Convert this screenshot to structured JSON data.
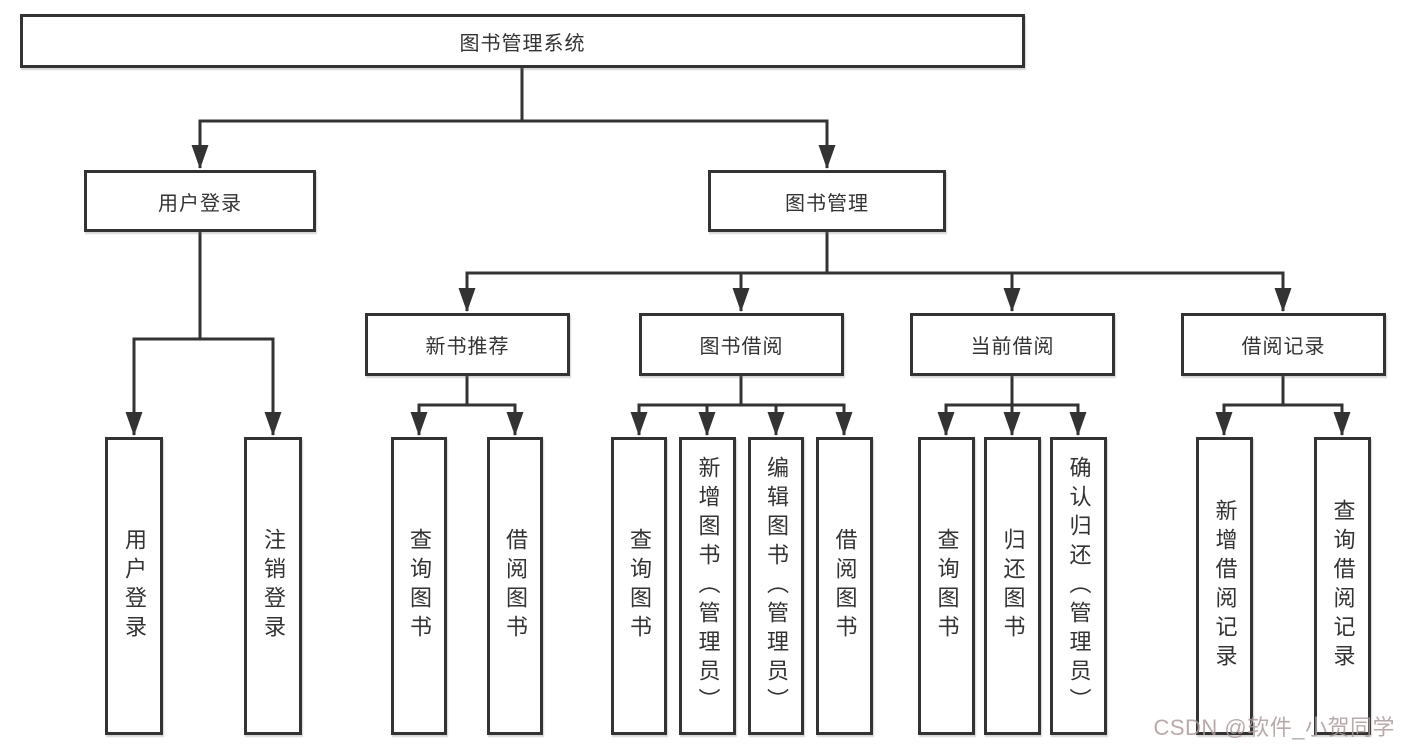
{
  "diagram": {
    "type": "tree",
    "root": {
      "label": "图书管理系统",
      "children": [
        {
          "label": "用户登录",
          "children": [
            {
              "label": "用户登录"
            },
            {
              "label": "注销登录"
            }
          ]
        },
        {
          "label": "图书管理",
          "children": [
            {
              "label": "新书推荐",
              "children": [
                {
                  "label": "查询图书"
                },
                {
                  "label": "借阅图书"
                }
              ]
            },
            {
              "label": "图书借阅",
              "children": [
                {
                  "label": "查询图书"
                },
                {
                  "label": "新增图书（管理员）"
                },
                {
                  "label": "编辑图书（管理员）"
                },
                {
                  "label": "借阅图书"
                }
              ]
            },
            {
              "label": "当前借阅",
              "children": [
                {
                  "label": "查询图书"
                },
                {
                  "label": "归还图书"
                },
                {
                  "label": "确认归还（管理员）"
                }
              ]
            },
            {
              "label": "借阅记录",
              "children": [
                {
                  "label": "新增借阅记录"
                },
                {
                  "label": "查询借阅记录"
                }
              ]
            }
          ]
        }
      ]
    }
  },
  "colors": {
    "line": "#333333",
    "box_border": "#333333",
    "text": "#333333",
    "background": "#ffffff",
    "watermark": "#ac9b9b"
  },
  "watermark": {
    "text": "CSDN @软件_小贺同学"
  }
}
